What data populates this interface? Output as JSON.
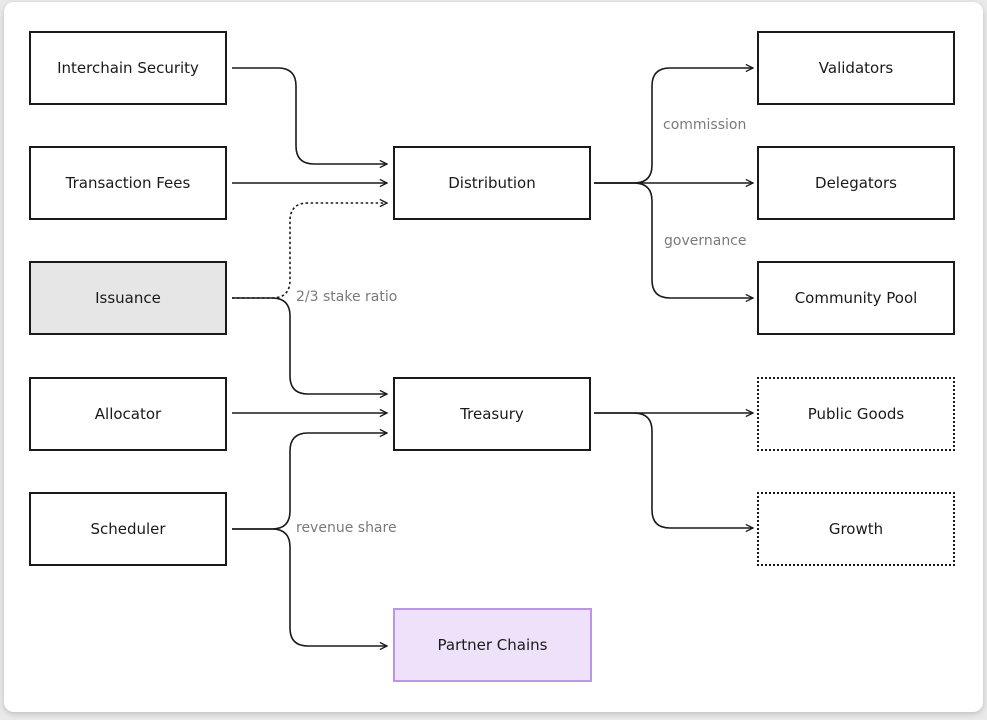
{
  "diagram": {
    "nodes": {
      "interchain_security": "Interchain Security",
      "transaction_fees": "Transaction Fees",
      "issuance": "Issuance",
      "allocator": "Allocator",
      "scheduler": "Scheduler",
      "distribution": "Distribution",
      "treasury": "Treasury",
      "partner_chains": "Partner Chains",
      "validators": "Validators",
      "delegators": "Delegators",
      "community_pool": "Community Pool",
      "public_goods": "Public Goods",
      "growth": "Growth"
    },
    "edge_labels": {
      "stake_ratio": "2/3 stake ratio",
      "revenue_share": "revenue share",
      "commission": "commission",
      "governance": "governance"
    },
    "colors": {
      "line": "#1a1a1a",
      "highlight_fill": "#e6e6e6",
      "partner_fill": "#eee2fb",
      "partner_border": "#b996ea",
      "label_text": "#7a7a7a"
    }
  }
}
